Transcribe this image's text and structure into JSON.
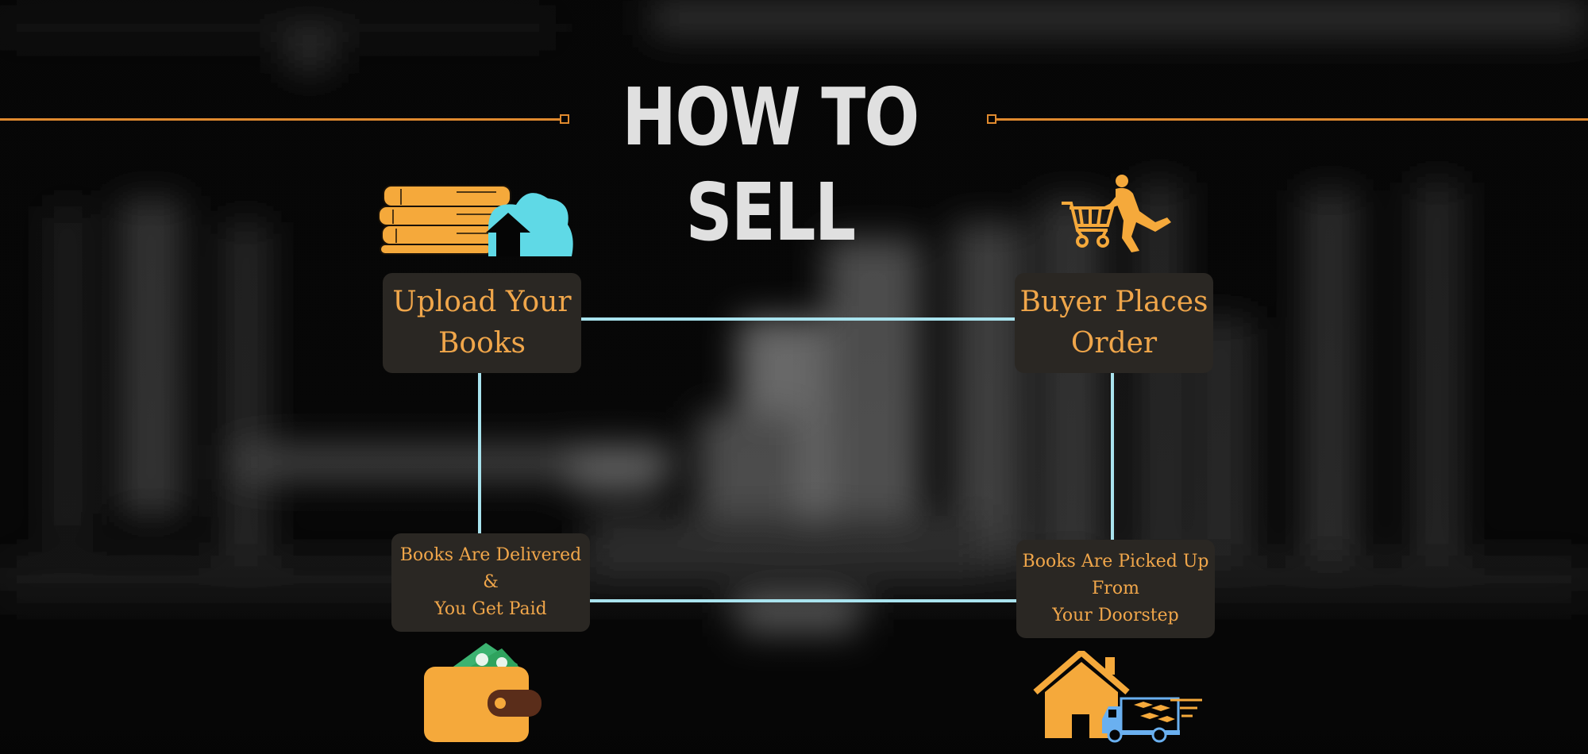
{
  "title": "HOW TO SELL",
  "steps": {
    "upload": "Upload Your\nBooks",
    "order": "Buyer Places\nOrder",
    "delivered": "Books Are Delivered\n&\n You Get Paid",
    "pickup": "Books Are Picked Up\nFrom\n Your Doorstep"
  },
  "icons": {
    "upload": "books-cloud-upload-icon",
    "order": "shopper-cart-icon",
    "delivered": "wallet-money-icon",
    "pickup": "house-delivery-truck-icon"
  },
  "colors": {
    "accent": "#e08a2e",
    "card_text": "#f0a64a",
    "connector": "#a9e3ee",
    "card_bg": "#2a2723",
    "cloud": "#5fd9e6",
    "money": "#3cb371"
  }
}
